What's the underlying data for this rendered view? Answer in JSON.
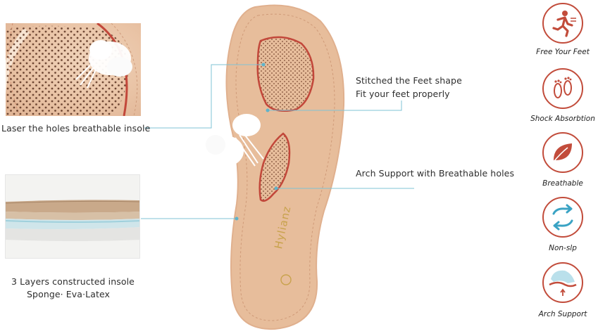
{
  "callouts": {
    "laser_holes": "Laser the holes breathable insole",
    "stitched_line1": "Stitched the Feet shape",
    "stitched_line2": "Fit your feet properly",
    "arch_support": "Arch Support with Breathable holes",
    "layers_line1": "3 Layers constructed insole",
    "layers_line2": "Sponge· Eva·Latex"
  },
  "brand_text": "Hylianz",
  "features": [
    {
      "label": "Free Your Feet",
      "icon": "running-man-icon"
    },
    {
      "label": "Shock Absorbtion",
      "icon": "footprints-icon"
    },
    {
      "label": "Breathable",
      "icon": "leaf-icon"
    },
    {
      "label": "Non-slp",
      "icon": "recycle-arrows-icon"
    },
    {
      "label": "Arch Support",
      "icon": "arch-insole-icon"
    }
  ],
  "colors": {
    "accent_red": "#c24c3b",
    "leader_line": "#7fc3d6",
    "suede": "#e6bd9c",
    "brand_gold": "#c8a24c"
  }
}
